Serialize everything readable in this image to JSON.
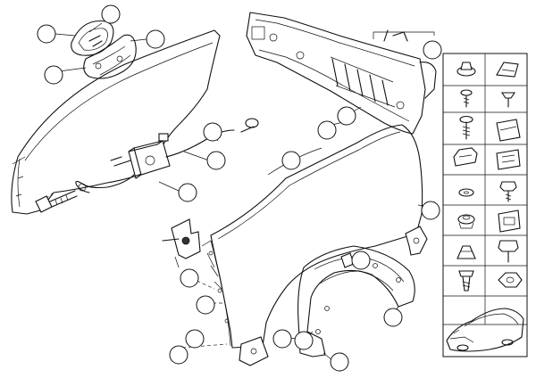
{
  "diagram": {
    "kind": "exploded parts diagram",
    "colors": {
      "line": "#111111",
      "background": "#ffffff"
    },
    "callouts": [
      {
        "id": "c1"
      },
      {
        "id": "c2"
      },
      {
        "id": "c3"
      },
      {
        "id": "c4"
      },
      {
        "id": "c5"
      },
      {
        "id": "c6"
      },
      {
        "id": "c7"
      },
      {
        "id": "c8"
      },
      {
        "id": "c9"
      },
      {
        "id": "c10"
      },
      {
        "id": "c11"
      },
      {
        "id": "c12"
      },
      {
        "id": "c13"
      },
      {
        "id": "c14"
      },
      {
        "id": "c15"
      },
      {
        "id": "c16"
      },
      {
        "id": "c17"
      },
      {
        "id": "c18"
      },
      {
        "id": "c19"
      },
      {
        "id": "c20"
      },
      {
        "id": "c21"
      }
    ],
    "hardware_panel": {
      "rows": 8,
      "cols": 2,
      "parts": [
        "push-nut",
        "clip-strip",
        "screw",
        "rivet",
        "screw-washer",
        "speed-nut",
        "clip-nut",
        "spring-clip",
        "washer",
        "hex-screw",
        "grommet",
        "cage-nut",
        "tapered-clip",
        "hex-bolt",
        "expanding-rivet",
        "hex-nut"
      ]
    },
    "thumbnail": "vehicle-location"
  }
}
